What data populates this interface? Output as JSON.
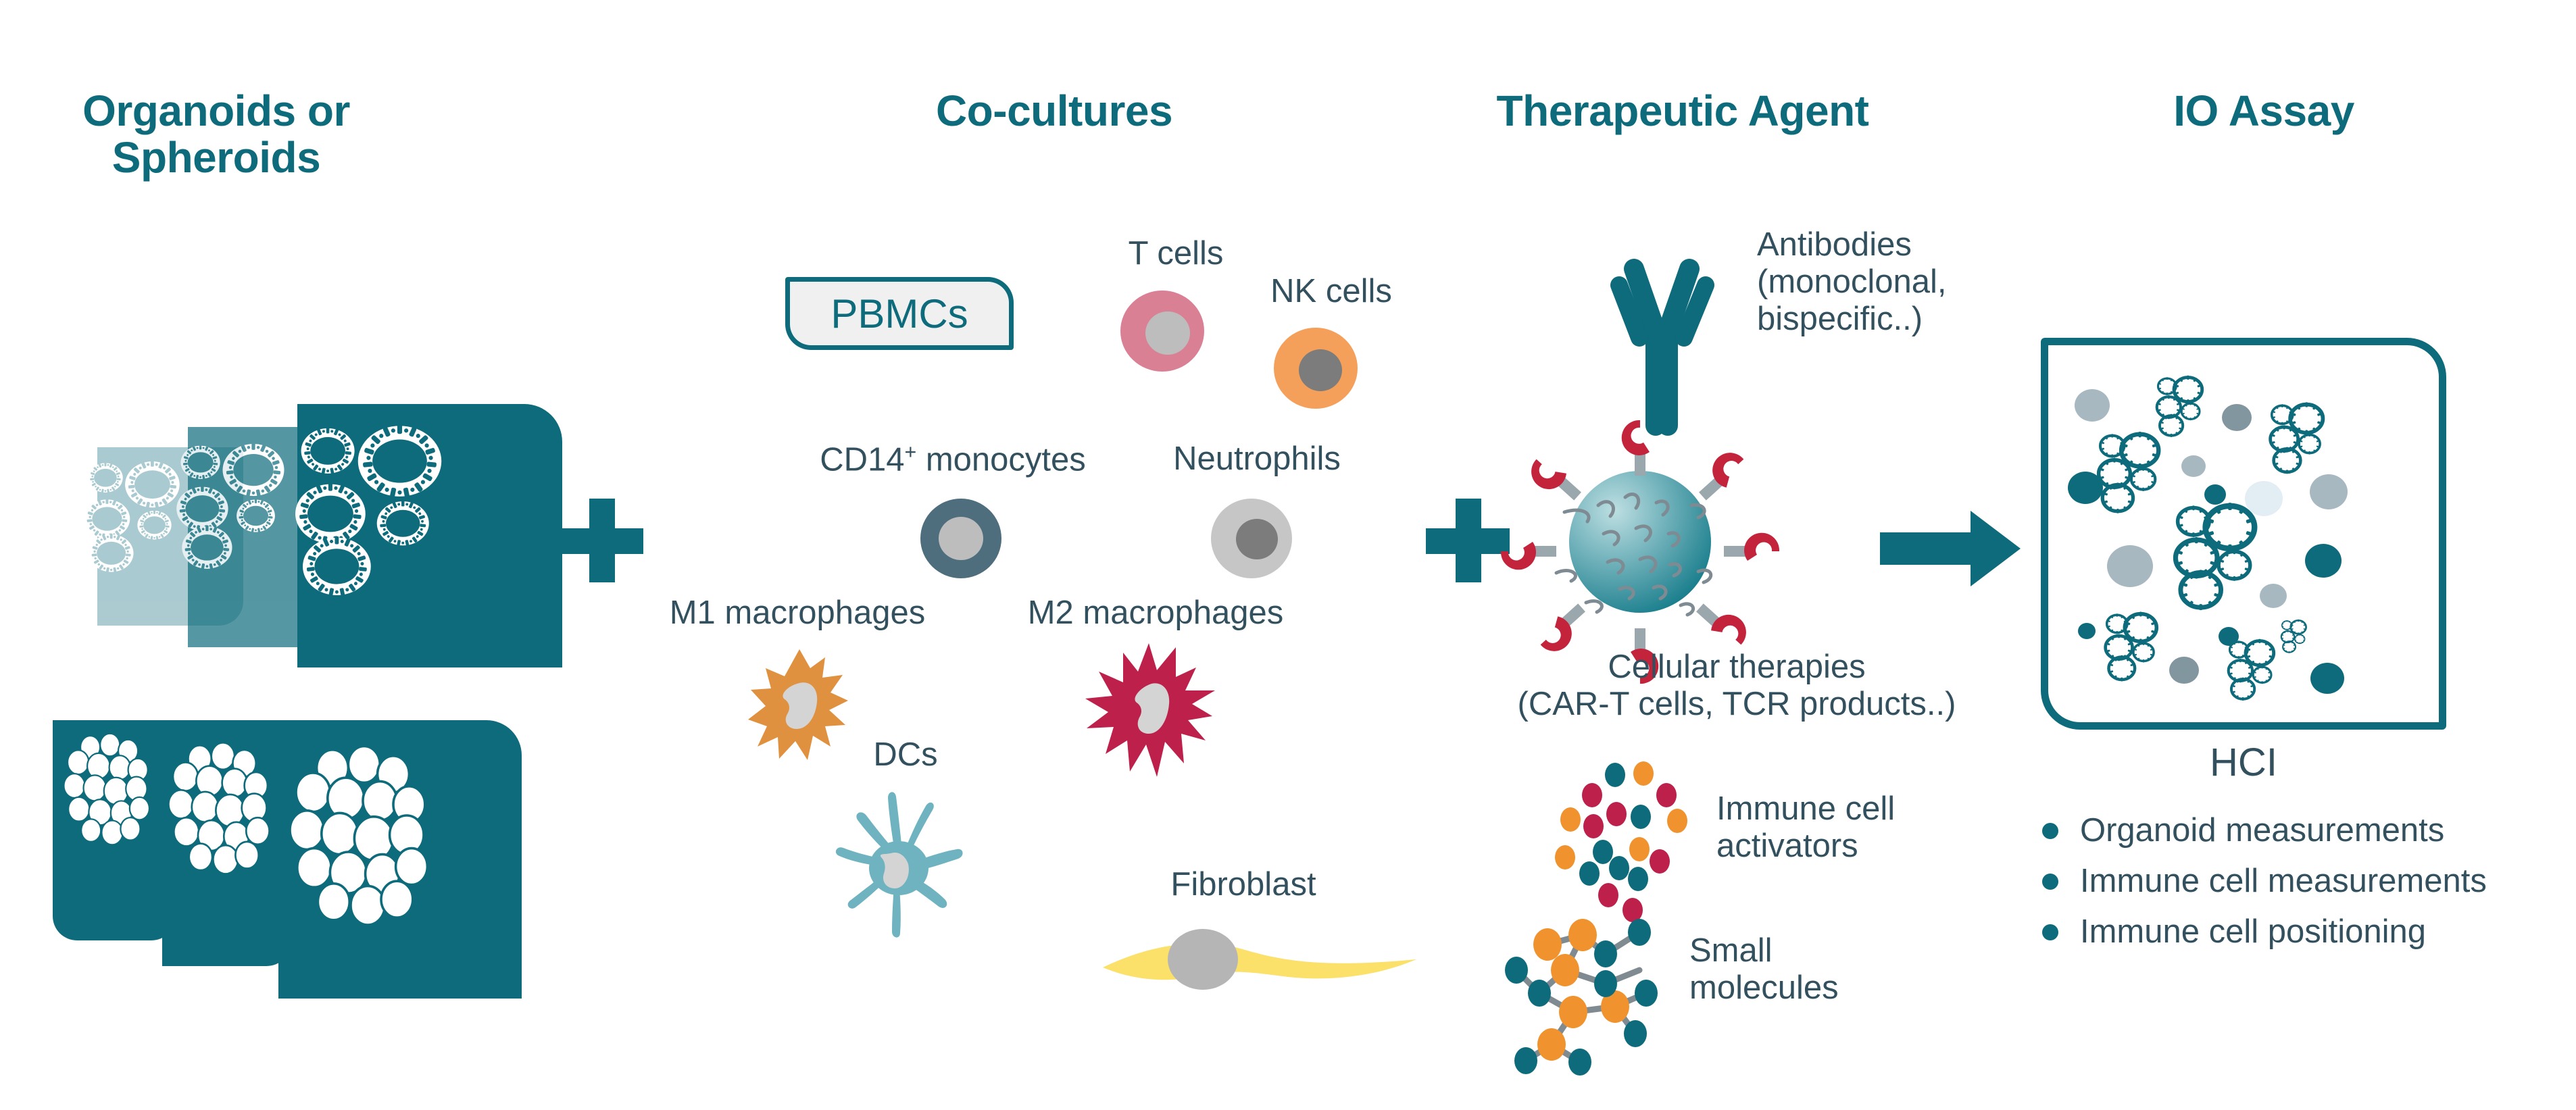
{
  "figure": {
    "type": "workflow-diagram",
    "subject": "Immuno-oncology assay workflow using organoids and spheroids"
  },
  "colors": {
    "teal": "#0d6b7b",
    "teal_mid": "#3f8d99",
    "teal_light": "#afccd1",
    "label_slate": "#33505f",
    "t_cell_pink": "#d98095",
    "nk_orange": "#f5a05a",
    "monocyte_slate": "#4e6e7d",
    "neutrophil_grey": "#c6c6c6",
    "m1_orange": "#e0913f",
    "m2_crimson": "#bd २0 4b",
    "dc_blue": "#6fb3c0",
    "fibroblast_yellow": "#fbe06a",
    "nucleus_grey": "#bdbdbd",
    "car_red": "#c4233c"
  },
  "panels": [
    {
      "id": "organoids",
      "title": "Organoids or\nSpheroids"
    },
    {
      "id": "cocultures",
      "title": "Co-cultures"
    },
    {
      "id": "therapeutic",
      "title": "Therapeutic Agent"
    },
    {
      "id": "ioassay",
      "title": "IO Assay"
    }
  ],
  "organoid_panel": {
    "organoid_cards": 3,
    "spheroid_cards": 3,
    "card_opacities": [
      0.35,
      0.7,
      1.0
    ]
  },
  "cocultures": {
    "pbmc_label": "PBMCs",
    "cells": [
      {
        "name": "t-cells",
        "label": "T cells"
      },
      {
        "name": "nk-cells",
        "label": "NK cells"
      },
      {
        "name": "cd14-monocytes",
        "label": "CD14+ monocytes",
        "label_html": "CD14<sup>+</sup> monocytes"
      },
      {
        "name": "neutrophils",
        "label": "Neutrophils"
      },
      {
        "name": "m1-macrophages",
        "label": "M1 macrophages"
      },
      {
        "name": "m2-macrophages",
        "label": "M2 macrophages"
      },
      {
        "name": "dendritic-cells",
        "label": "DCs"
      },
      {
        "name": "fibroblast",
        "label": "Fibroblast"
      }
    ]
  },
  "therapeutic": {
    "items": [
      {
        "name": "antibodies",
        "label": "Antibodies\n(monoclonal,\nbispecific..)"
      },
      {
        "name": "cellular-therapies",
        "label": "Cellular therapies\n(CAR-T cells, TCR products..)"
      },
      {
        "name": "immune-activators",
        "label": "Immune cell\nactivators"
      },
      {
        "name": "small-molecules",
        "label": "Small\nmolecules"
      }
    ]
  },
  "ioassay": {
    "hci_title": "HCI",
    "bullets": [
      "Organoid measurements",
      "Immune cell measurements",
      "Immune cell positioning"
    ]
  },
  "operators": {
    "plus_1": "+",
    "plus_2": "+",
    "arrow": "→"
  }
}
